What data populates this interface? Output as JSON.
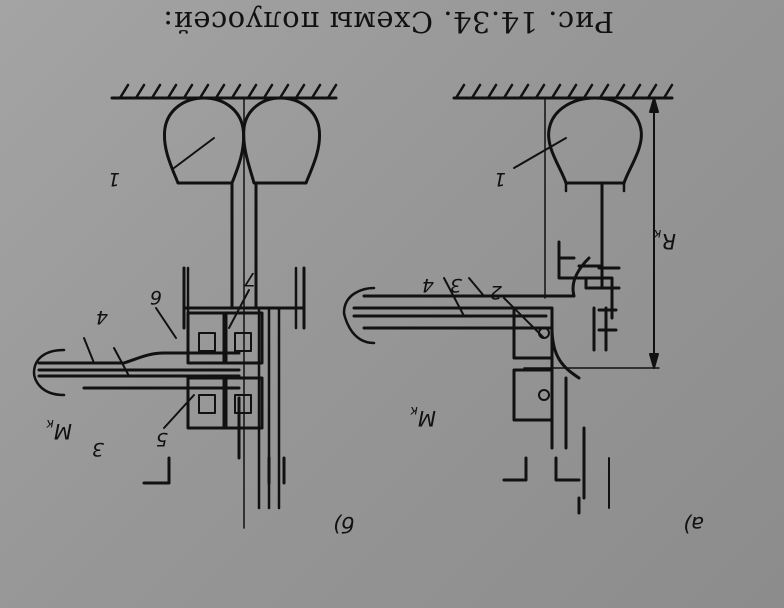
{
  "caption": "Рис. 14.34. Схемы полуосей:",
  "variant_a": "а)",
  "variant_b": "б)",
  "radius_label": "R",
  "radius_sub": "к",
  "torque_label": "M",
  "torque_sub": "к",
  "parts": {
    "p1": "1",
    "p2": "2",
    "p3": "3",
    "p4": "4",
    "p5": "5",
    "p6": "6",
    "p7": "7"
  }
}
